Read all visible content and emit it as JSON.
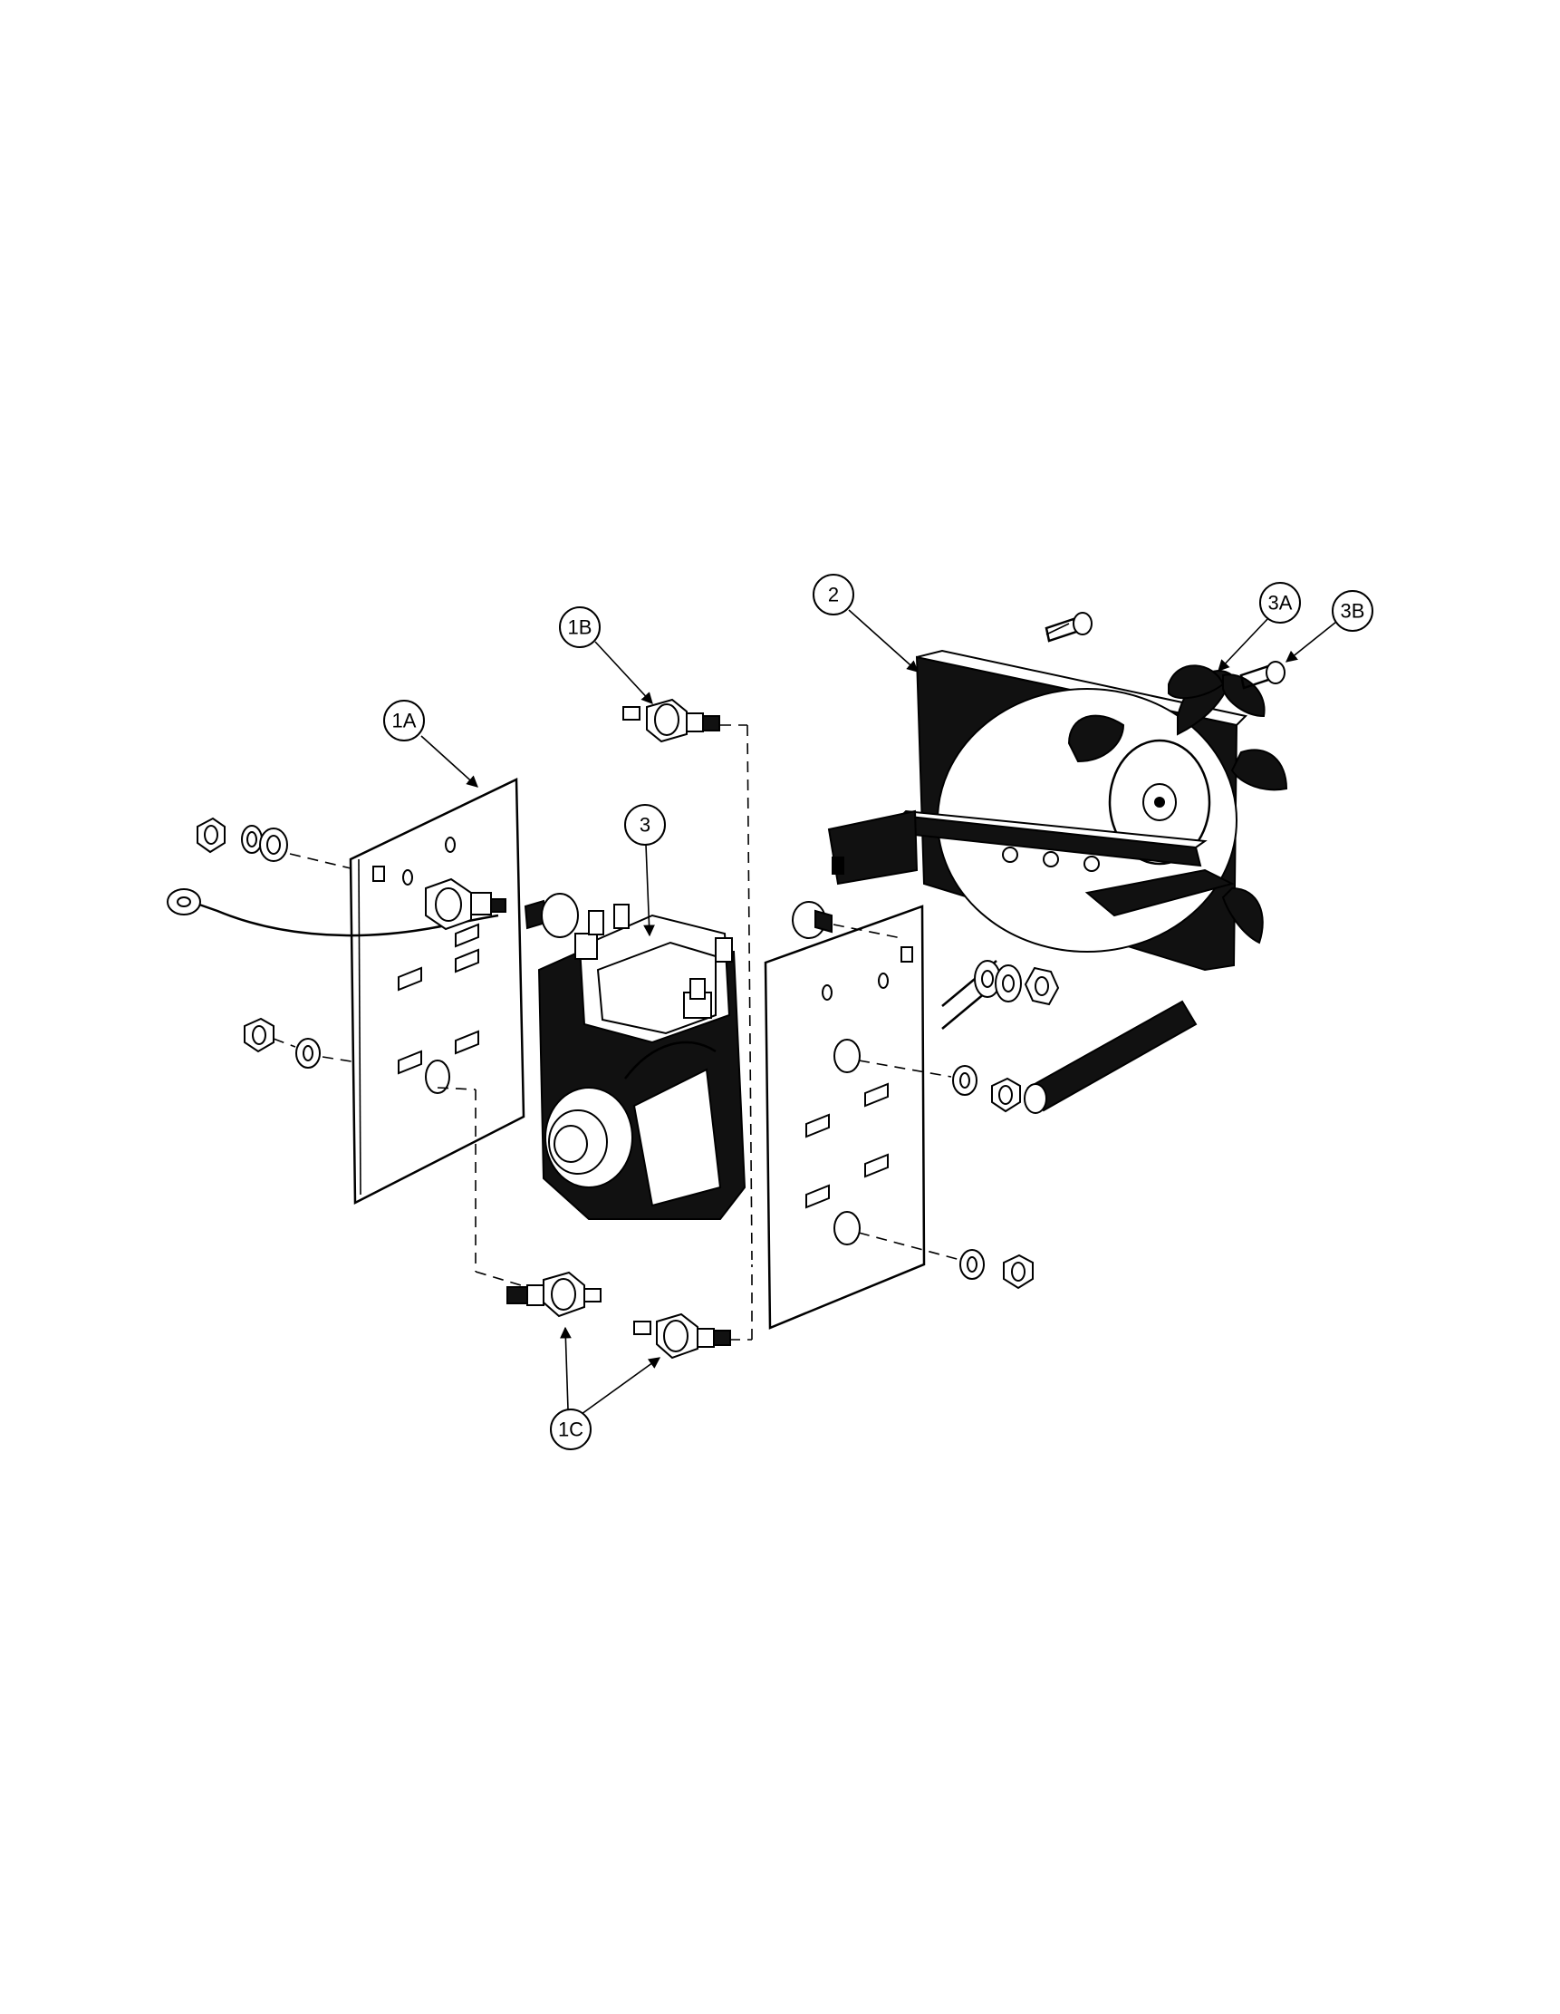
{
  "callouts": [
    {
      "id": "1A",
      "label": "1A"
    },
    {
      "id": "1B",
      "label": "1B"
    },
    {
      "id": "1C",
      "label": "1C"
    },
    {
      "id": "2",
      "label": "2"
    },
    {
      "id": "3",
      "label": "3"
    },
    {
      "id": "3A",
      "label": "3A"
    },
    {
      "id": "3B",
      "label": "3B"
    }
  ]
}
